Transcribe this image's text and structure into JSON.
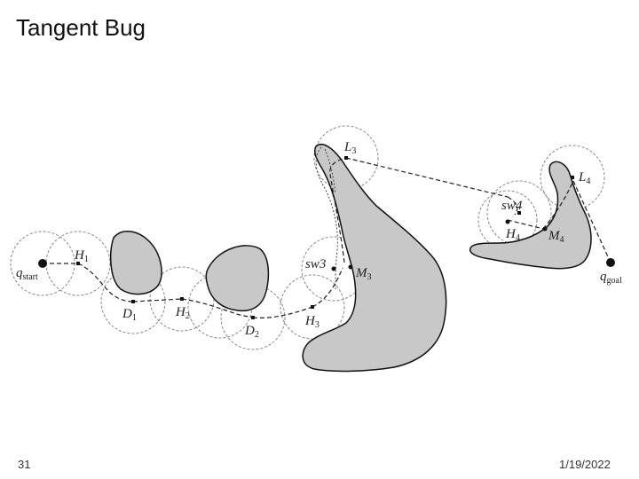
{
  "slide": {
    "title": "Tangent Bug",
    "number": "31",
    "date": "1/19/2022"
  },
  "diagram": {
    "labels": {
      "qstart": {
        "main": "q",
        "sub": "start"
      },
      "qgoal": {
        "main": "q",
        "sub": "goal"
      },
      "H1": {
        "main": "H",
        "sub": "1"
      },
      "H2": {
        "main": "H",
        "sub": "2"
      },
      "H3": {
        "main": "H",
        "sub": "3"
      },
      "H4": {
        "main": "H",
        "sub": "4"
      },
      "D1": {
        "main": "D",
        "sub": "1"
      },
      "D2": {
        "main": "D",
        "sub": "2"
      },
      "L3": {
        "main": "L",
        "sub": "3"
      },
      "L4": {
        "main": "L",
        "sub": "4"
      },
      "M3": {
        "main": "M",
        "sub": "3"
      },
      "M4": {
        "main": "M",
        "sub": "4"
      },
      "sw3": "sw3",
      "sw4": "sw4"
    },
    "colors": {
      "obstacle_fill": "#c8c8c8",
      "stroke": "#111111",
      "sensor_circle": "#888888"
    }
  }
}
